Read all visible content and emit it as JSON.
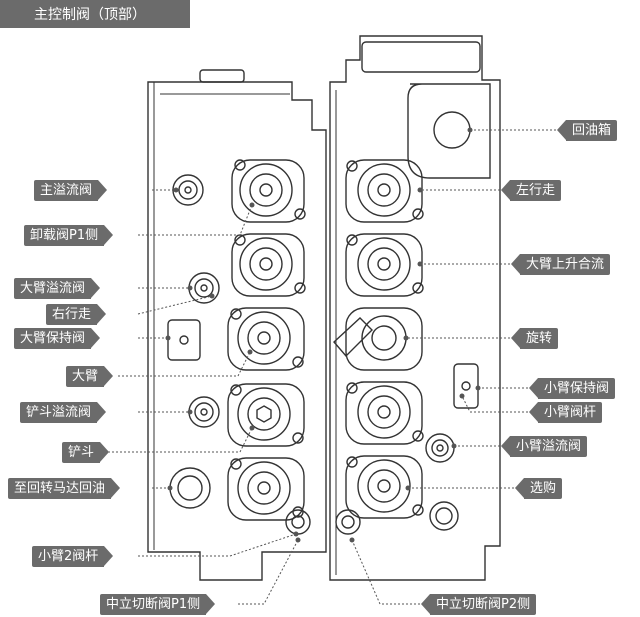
{
  "title": "主控制阀（顶部）",
  "colors": {
    "label_bg": "#6b6b6b",
    "label_text": "#ffffff",
    "line": "#333333",
    "leader": "#555555"
  },
  "labels_left": [
    "主溢流阀",
    "卸载阀P1侧",
    "大臂溢流阀",
    "右行走",
    "大臂保持阀",
    "大臂",
    "铲斗溢流阀",
    "铲斗",
    "至回转马达回油",
    "小臂2阀杆"
  ],
  "labels_right": [
    "回油箱",
    "左行走",
    "大臂上升合流",
    "旋转",
    "小臂保持阀",
    "小臂阀杆",
    "小臂溢流阀",
    "选购"
  ],
  "labels_bottom": [
    "中立切断阀P1侧",
    "中立切断阀P2侧"
  ]
}
